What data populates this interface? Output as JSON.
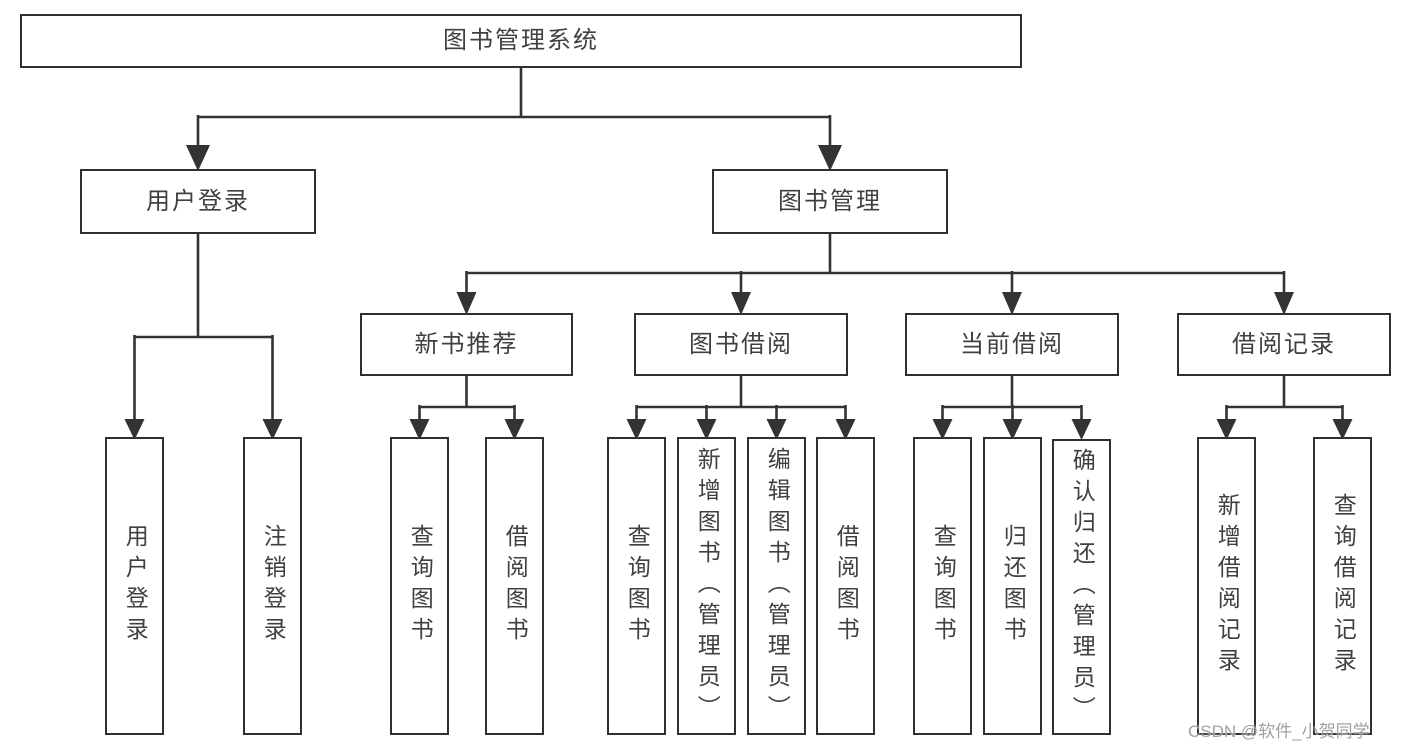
{
  "tree": {
    "root": {
      "label": "图书管理系统",
      "children": [
        {
          "label": "用户登录",
          "children": [
            {
              "label": "用户登录"
            },
            {
              "label": "注销登录"
            }
          ]
        },
        {
          "label": "图书管理",
          "children": [
            {
              "label": "新书推荐",
              "children": [
                {
                  "label": "查询图书"
                },
                {
                  "label": "借阅图书"
                }
              ]
            },
            {
              "label": "图书借阅",
              "children": [
                {
                  "label": "查询图书"
                },
                {
                  "label": "新增图书（管理员）"
                },
                {
                  "label": "编辑图书（管理员）"
                },
                {
                  "label": "借阅图书"
                }
              ]
            },
            {
              "label": "当前借阅",
              "children": [
                {
                  "label": "查询图书"
                },
                {
                  "label": "归还图书"
                },
                {
                  "label": "确认归还（管理员）"
                }
              ]
            },
            {
              "label": "借阅记录",
              "children": [
                {
                  "label": "新增借阅记录"
                },
                {
                  "label": "查询借阅记录"
                }
              ]
            }
          ]
        }
      ]
    }
  },
  "watermark": {
    "text": "CSDN @软件_小贺同学"
  },
  "colors": {
    "line": "#333333",
    "box_border": "#303030",
    "text": "#404040",
    "watermark": "#989898",
    "background": "#ffffff"
  }
}
